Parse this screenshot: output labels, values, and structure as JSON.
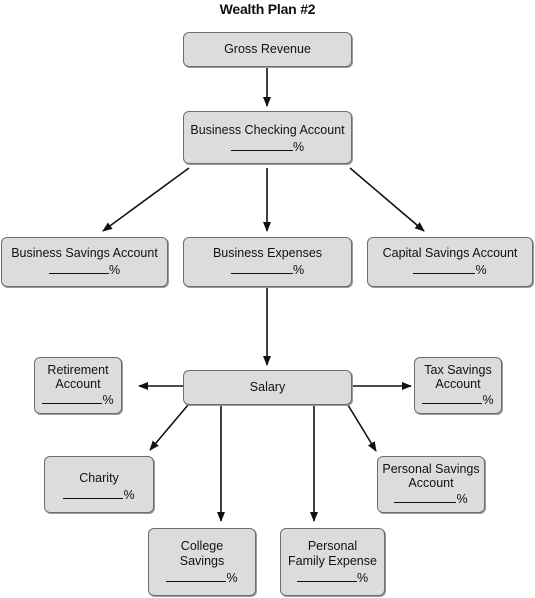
{
  "title": "Wealth Plan #2",
  "nodes": {
    "gross_revenue": {
      "label": "Gross Revenue"
    },
    "business_checking": {
      "label": "Business Checking Account",
      "unit": "%"
    },
    "business_savings": {
      "label": "Business Savings Account",
      "unit": "%"
    },
    "business_expenses": {
      "label": "Business Expenses",
      "unit": "%"
    },
    "capital_savings": {
      "label": "Capital Savings Account",
      "unit": "%"
    },
    "salary": {
      "label": "Salary"
    },
    "retirement": {
      "label_line1": "Retirement",
      "label_line2": "Account",
      "unit": "%"
    },
    "tax_savings": {
      "label_line1": "Tax Savings",
      "label_line2": "Account",
      "unit": "%"
    },
    "charity": {
      "label": "Charity",
      "unit": "%"
    },
    "personal_savings": {
      "label_line1": "Personal Savings",
      "label_line2": "Account",
      "unit": "%"
    },
    "college_savings": {
      "label_line1": "College",
      "label_line2": "Savings",
      "unit": "%"
    },
    "personal_family": {
      "label_line1": "Personal",
      "label_line2": "Family Expense",
      "unit": "%"
    }
  },
  "edges": [
    {
      "from": "Gross Revenue",
      "to": "Business Checking Account"
    },
    {
      "from": "Business Checking Account",
      "to": "Business Savings Account"
    },
    {
      "from": "Business Checking Account",
      "to": "Business Expenses"
    },
    {
      "from": "Business Checking Account",
      "to": "Capital Savings Account"
    },
    {
      "from": "Business Expenses",
      "to": "Salary"
    },
    {
      "from": "Salary",
      "to": "Retirement Account"
    },
    {
      "from": "Salary",
      "to": "Tax Savings Account"
    },
    {
      "from": "Salary",
      "to": "Charity"
    },
    {
      "from": "Salary",
      "to": "Personal Savings Account"
    },
    {
      "from": "Salary",
      "to": "College Savings"
    },
    {
      "from": "Salary",
      "to": "Personal Family Expense"
    }
  ],
  "colors": {
    "node_fill": "#dcdcdc",
    "node_border": "#6e6e6e",
    "arrow": "#111111"
  }
}
